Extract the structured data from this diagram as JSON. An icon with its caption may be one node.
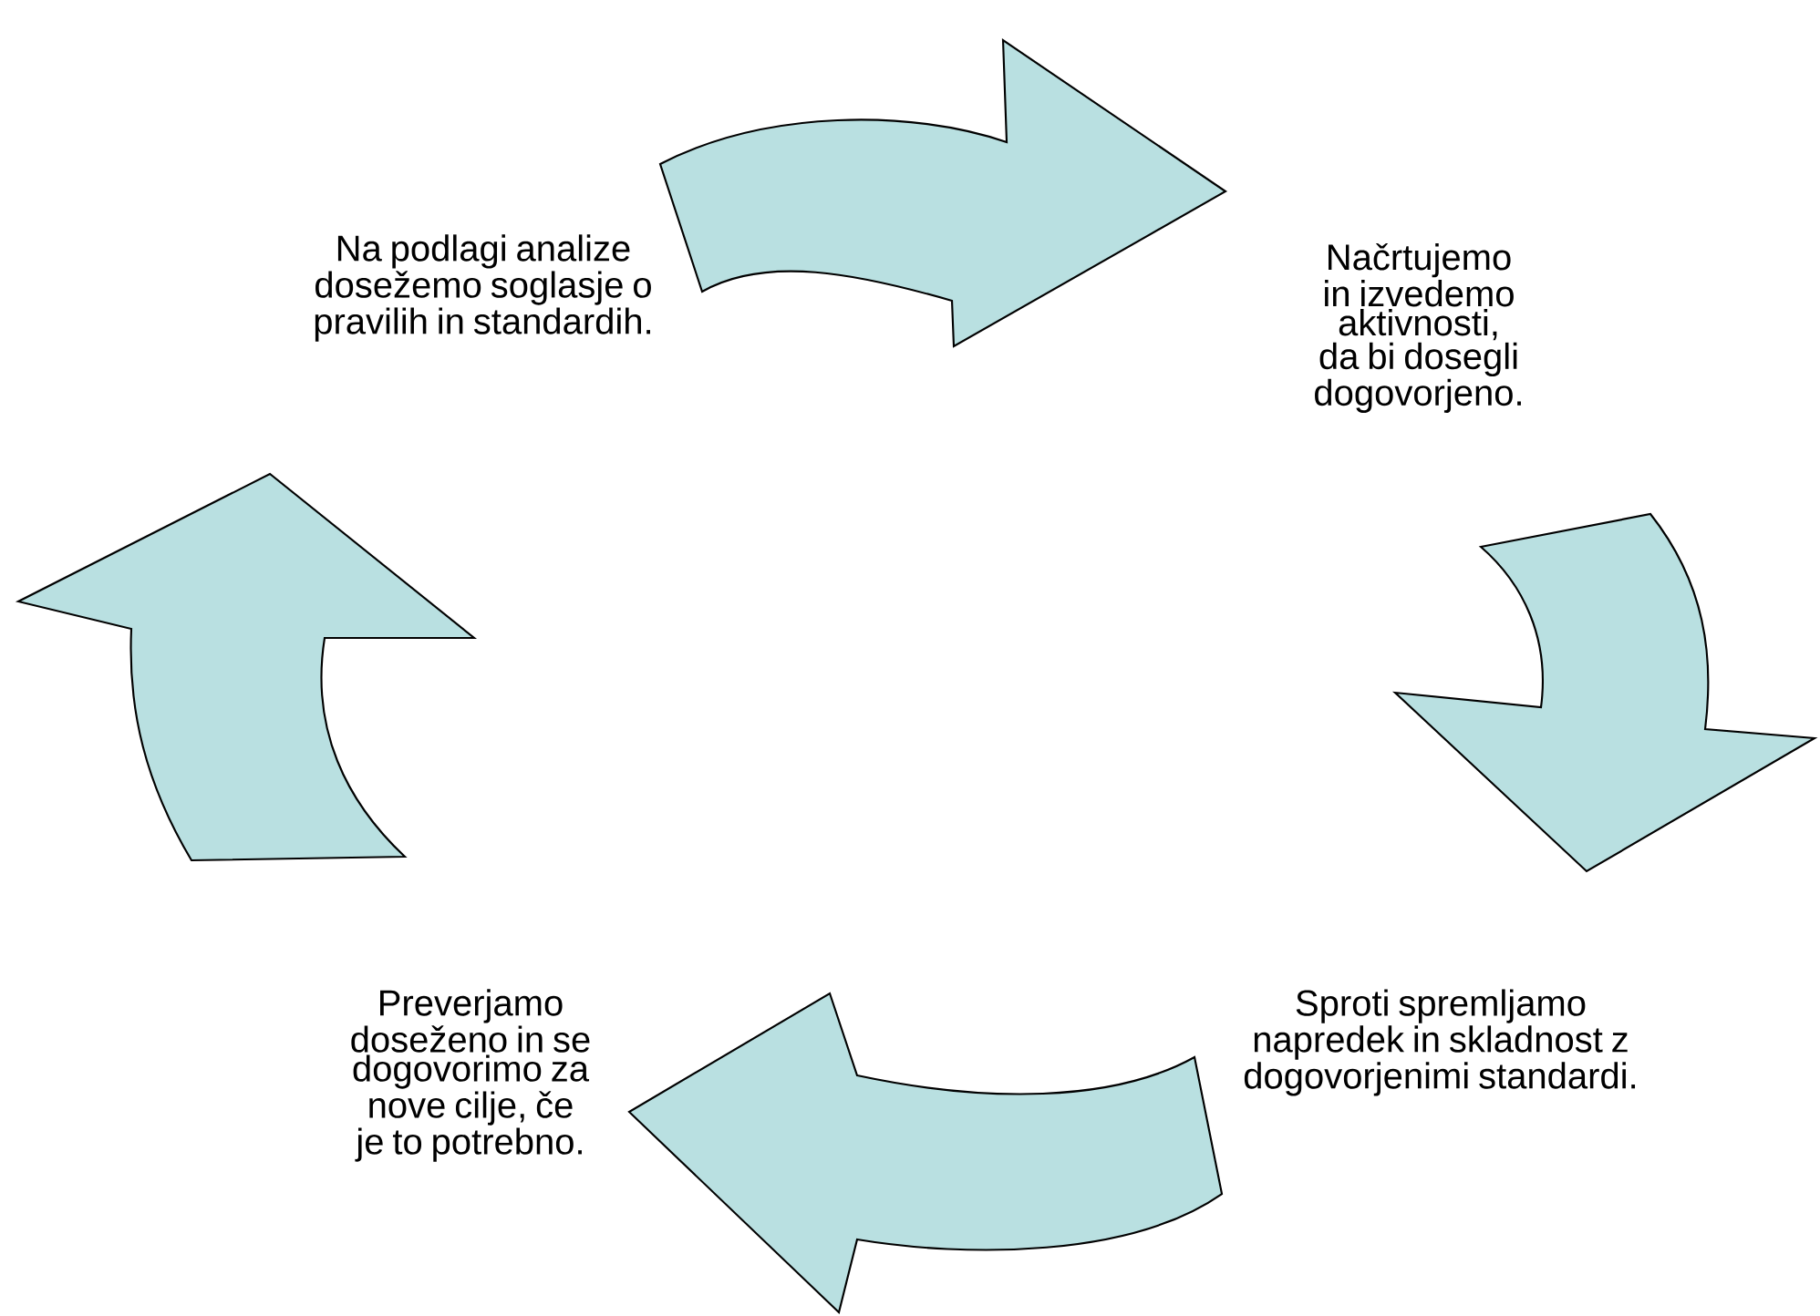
{
  "diagram": {
    "nodes": [
      {
        "text": [
          "Na podlagi analize dosežemo soglasje o pravilih in standardih."
        ]
      },
      {
        "text": [
          "Načrtujemo in izvedemo aktivnosti, da bi dosegli dogovorjeno."
        ]
      },
      {
        "text": [
          "Sproti spremljamo napredek in skladnost z dogovorjenimi standardi."
        ]
      },
      {
        "text": [
          "Preverjamo doseženo in se dogovorimo za nove cilje, če je to potrebno."
        ]
      }
    ],
    "edges": [
      {
        "from": 0,
        "to": 1,
        "arrow": "to"
      },
      {
        "from": 1,
        "to": 2,
        "arrow": "to"
      },
      {
        "from": 2,
        "to": 3,
        "arrow": "to"
      },
      {
        "from": 3,
        "to": 0,
        "arrow": "to"
      }
    ]
  }
}
